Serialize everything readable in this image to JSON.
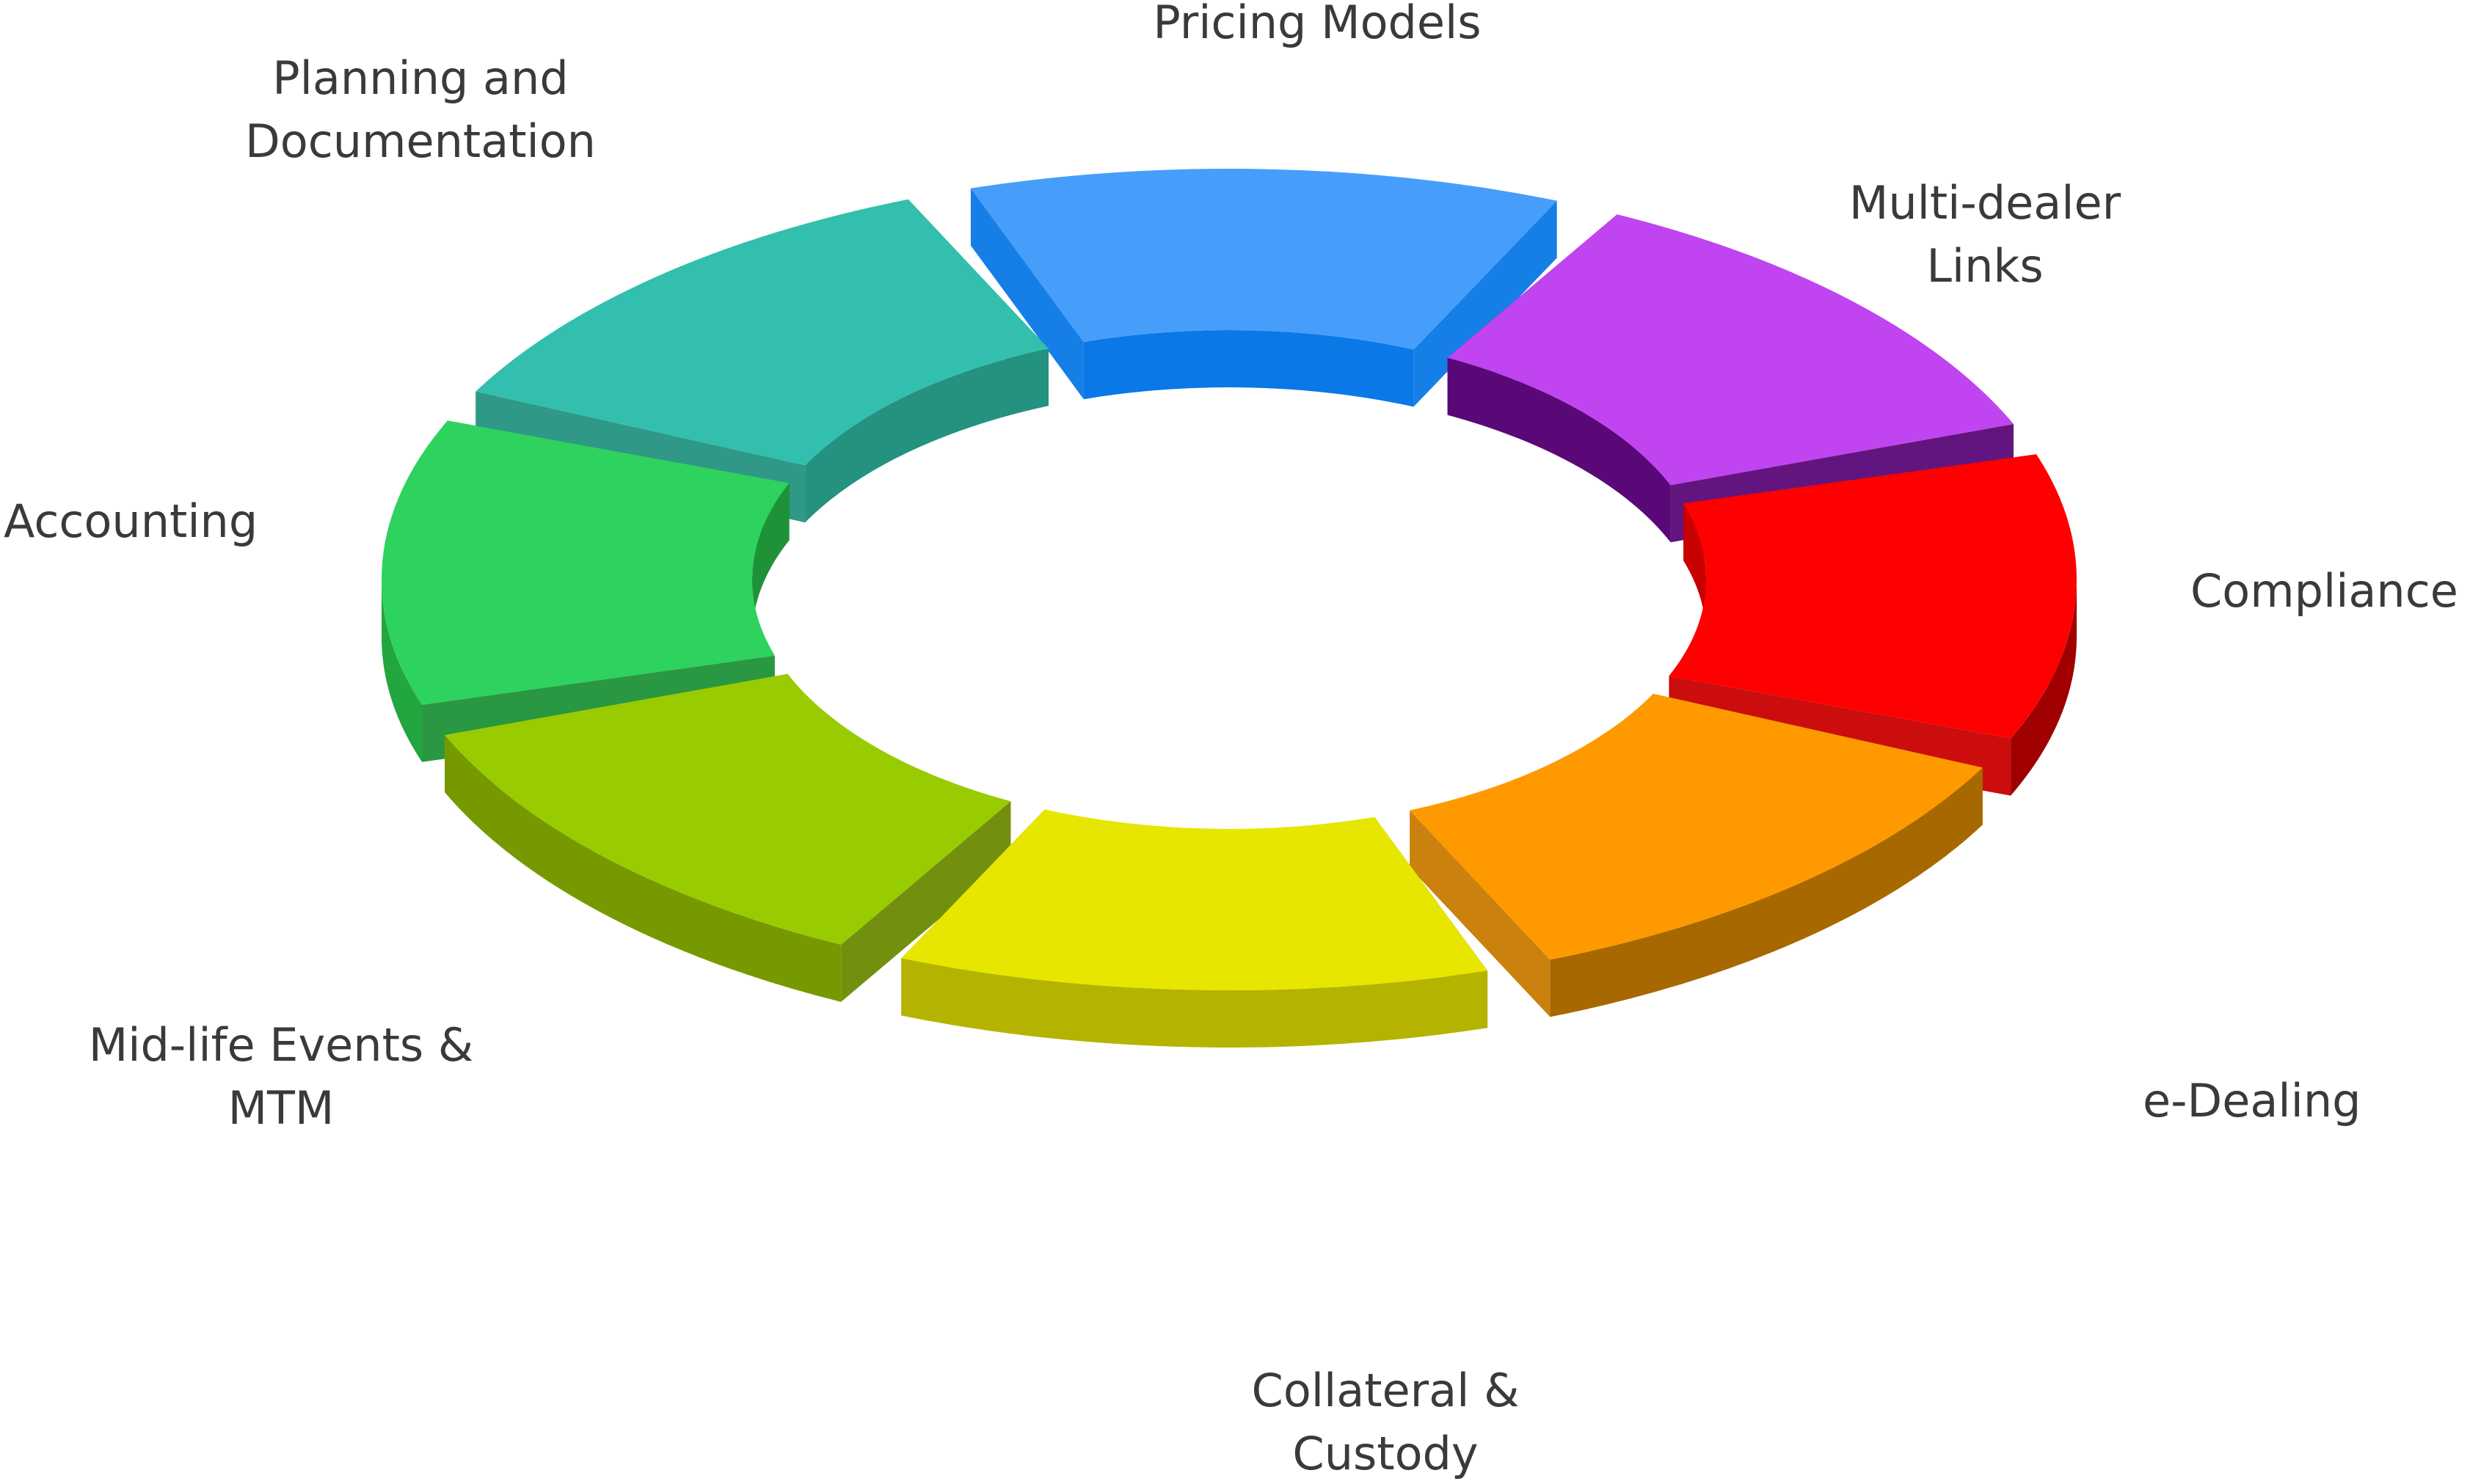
{
  "diagram": {
    "type": "3d-segmented-donut-cycle",
    "segments": [
      {
        "id": "pricing-models",
        "label_lines": [
          "Pricing Models"
        ],
        "color": "#C044F0",
        "side_color": "#8A10C8",
        "inner_color": "#5A0878"
      },
      {
        "id": "multi-dealer-links",
        "label_lines": [
          "Multi-dealer",
          "Links"
        ],
        "color": "#FF0000",
        "side_color": "#A00000",
        "inner_color": "#C80000"
      },
      {
        "id": "compliance",
        "label_lines": [
          "Compliance"
        ],
        "color": "#FF9900",
        "side_color": "#A86800",
        "inner_color": "#C87A00"
      },
      {
        "id": "e-dealing",
        "label_lines": [
          "e-Dealing"
        ],
        "color": "#E6E600",
        "side_color": "#B4B400",
        "inner_color": "#8A8A00"
      },
      {
        "id": "collateral-custody",
        "label_lines": [
          "Collateral &",
          "Custody"
        ],
        "color": "#99CC00",
        "side_color": "#779900",
        "inner_color": "#6A8A00"
      },
      {
        "id": "mid-life-events-mtm",
        "label_lines": [
          "Mid-life Events &",
          "MTM"
        ],
        "color": "#2ED25E",
        "side_color": "#22A640",
        "inner_color": "#1F9238"
      },
      {
        "id": "accounting",
        "label_lines": [
          "Accounting"
        ],
        "color": "#33BFAD",
        "side_color": "#1E6B5F",
        "inner_color": "#24927F"
      },
      {
        "id": "planning-documentation",
        "label_lines": [
          "Planning and",
          "Documentation"
        ],
        "color": "#469EFA",
        "side_color": "#005599",
        "inner_color": "#0A78E6"
      }
    ]
  }
}
